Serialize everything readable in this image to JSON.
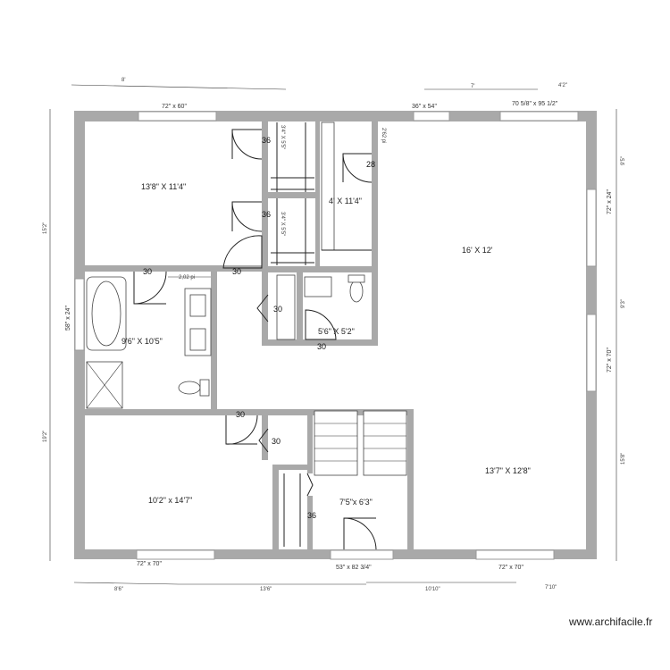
{
  "rooms": {
    "bedroom_nw": "13'8\" X 11'4\"",
    "closet_mid": "4' X 11'4\"",
    "great_room": "16' X 12'",
    "bath_master": "9'6\" X 10'5\"",
    "bath_small": "5'6\" X 5'2\"",
    "bedroom_sw": "10'2\" x 14'7\"",
    "stair_hall": "7'5\"x 6'3\"",
    "living_se": "13'7\" X 12'8\""
  },
  "windows": {
    "top_left": "72\" x 60\"",
    "top_mid": "36\" x 54\"",
    "top_right": "70 5/8\" x 95 1/2\"",
    "right_upper": "72\" x 24\"",
    "right_lower": "72\" x 70\"",
    "left_bath": "58\" x 24\"",
    "bottom_left": "72\" x 70\"",
    "bottom_mid": "53\" x 82 3/4\"",
    "bottom_right": "72\" x 70\""
  },
  "doors": {
    "d1": "36",
    "d2": "36",
    "d3": "28",
    "d4": "30",
    "d5": "30",
    "d6": "30",
    "d7": "30",
    "d8": "30",
    "d9": "30",
    "d10": "36"
  },
  "closet_dims": {
    "c1": "3'4\" X 5'5\"",
    "c2": "3'4\" X 5'5\"",
    "c3": "2'62 pi"
  },
  "vanity_dim": "2,02 pi",
  "dimensions": {
    "top_1": "8'",
    "top_2": "7'",
    "top_3": "4'2\"",
    "right_1": "9'5\"",
    "right_2": "9'3\"",
    "right_3": "15'8\"",
    "left_1": "15'2\"",
    "left_2": "19'2\"",
    "bottom_1": "8'6\"",
    "bottom_2": "13'6\"",
    "bottom_3": "10'10\"",
    "bottom_4": "7'10\""
  },
  "watermark": "www.archifacile.fr"
}
